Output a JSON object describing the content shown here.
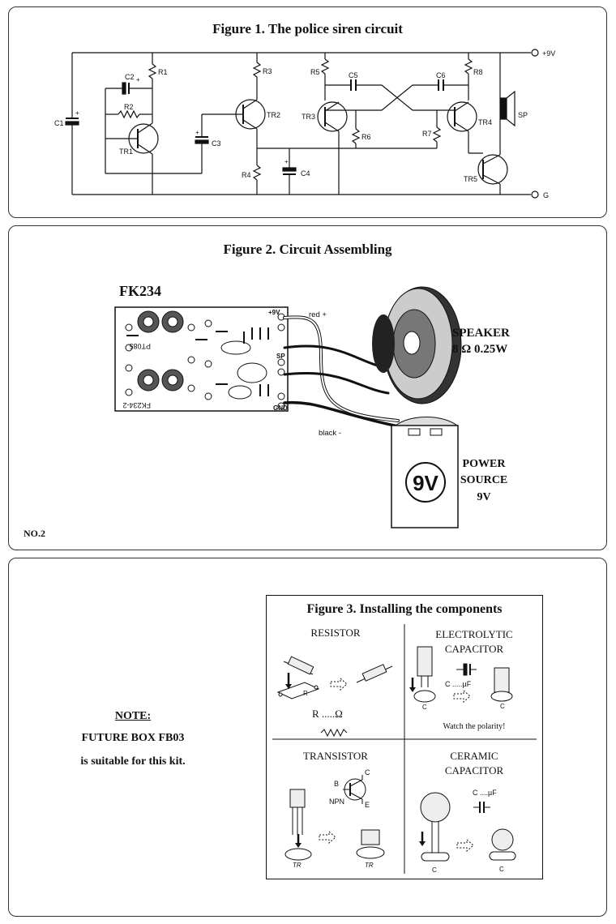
{
  "fig1": {
    "title": "Figure 1. The police siren circuit",
    "labels": {
      "vcc": "+9V",
      "gnd": "G",
      "c1": "C1",
      "c2": "C2",
      "c3": "C3",
      "c4": "C4",
      "c5": "C5",
      "c6": "C6",
      "r1": "R1",
      "r2": "R2",
      "r3": "R3",
      "r4": "R4",
      "r5": "R5",
      "r6": "R6",
      "r7": "R7",
      "r8": "R8",
      "tr1": "TR1",
      "tr2": "TR2",
      "tr3": "TR3",
      "tr4": "TR4",
      "tr5": "TR5",
      "sp": "SP"
    }
  },
  "fig2": {
    "title": "Figure 2. Circuit Assembling",
    "board_name": "FK234",
    "board_text1": "PT085",
    "board_text2": "FK234-2",
    "pad_vcc": "+9V",
    "pad_sp": "SP",
    "pad_gnd": "GND",
    "wire_red": "red +",
    "wire_black": "black -",
    "speaker_l1": "SPEAKER",
    "speaker_l2": "8 Ω 0.25W",
    "battery_label": "9V",
    "power_l1": "POWER",
    "power_l2": "SOURCE",
    "power_l3": "9V",
    "page_no": "NO.2"
  },
  "note": {
    "heading": "NOTE:",
    "line1": "FUTURE BOX FB03",
    "line2": "is suitable for this kit."
  },
  "fig3": {
    "title": "Figure 3. Installing the components",
    "resistor": {
      "title": "RESISTOR",
      "formula_r": "R",
      "formula_dots": ".....",
      "formula_unit": "Ω",
      "board_mark": "R"
    },
    "electrolytic": {
      "title_l1": "ELECTROLYTIC",
      "title_l2": "CAPACITOR",
      "value": "C .....µF",
      "board_mark": "C",
      "board_mark2": "C",
      "note": "Watch the polarity!"
    },
    "transistor": {
      "title": "TRANSISTOR",
      "pin_b": "B",
      "pin_c": "C",
      "pin_e": "E",
      "type": "NPN",
      "board_mark": "TR",
      "board_mark2": "TR"
    },
    "ceramic": {
      "title_l1": "CERAMIC",
      "title_l2": "CAPACITOR",
      "value": "C ....µF",
      "board_mark": "C",
      "board_mark2": "C"
    }
  }
}
